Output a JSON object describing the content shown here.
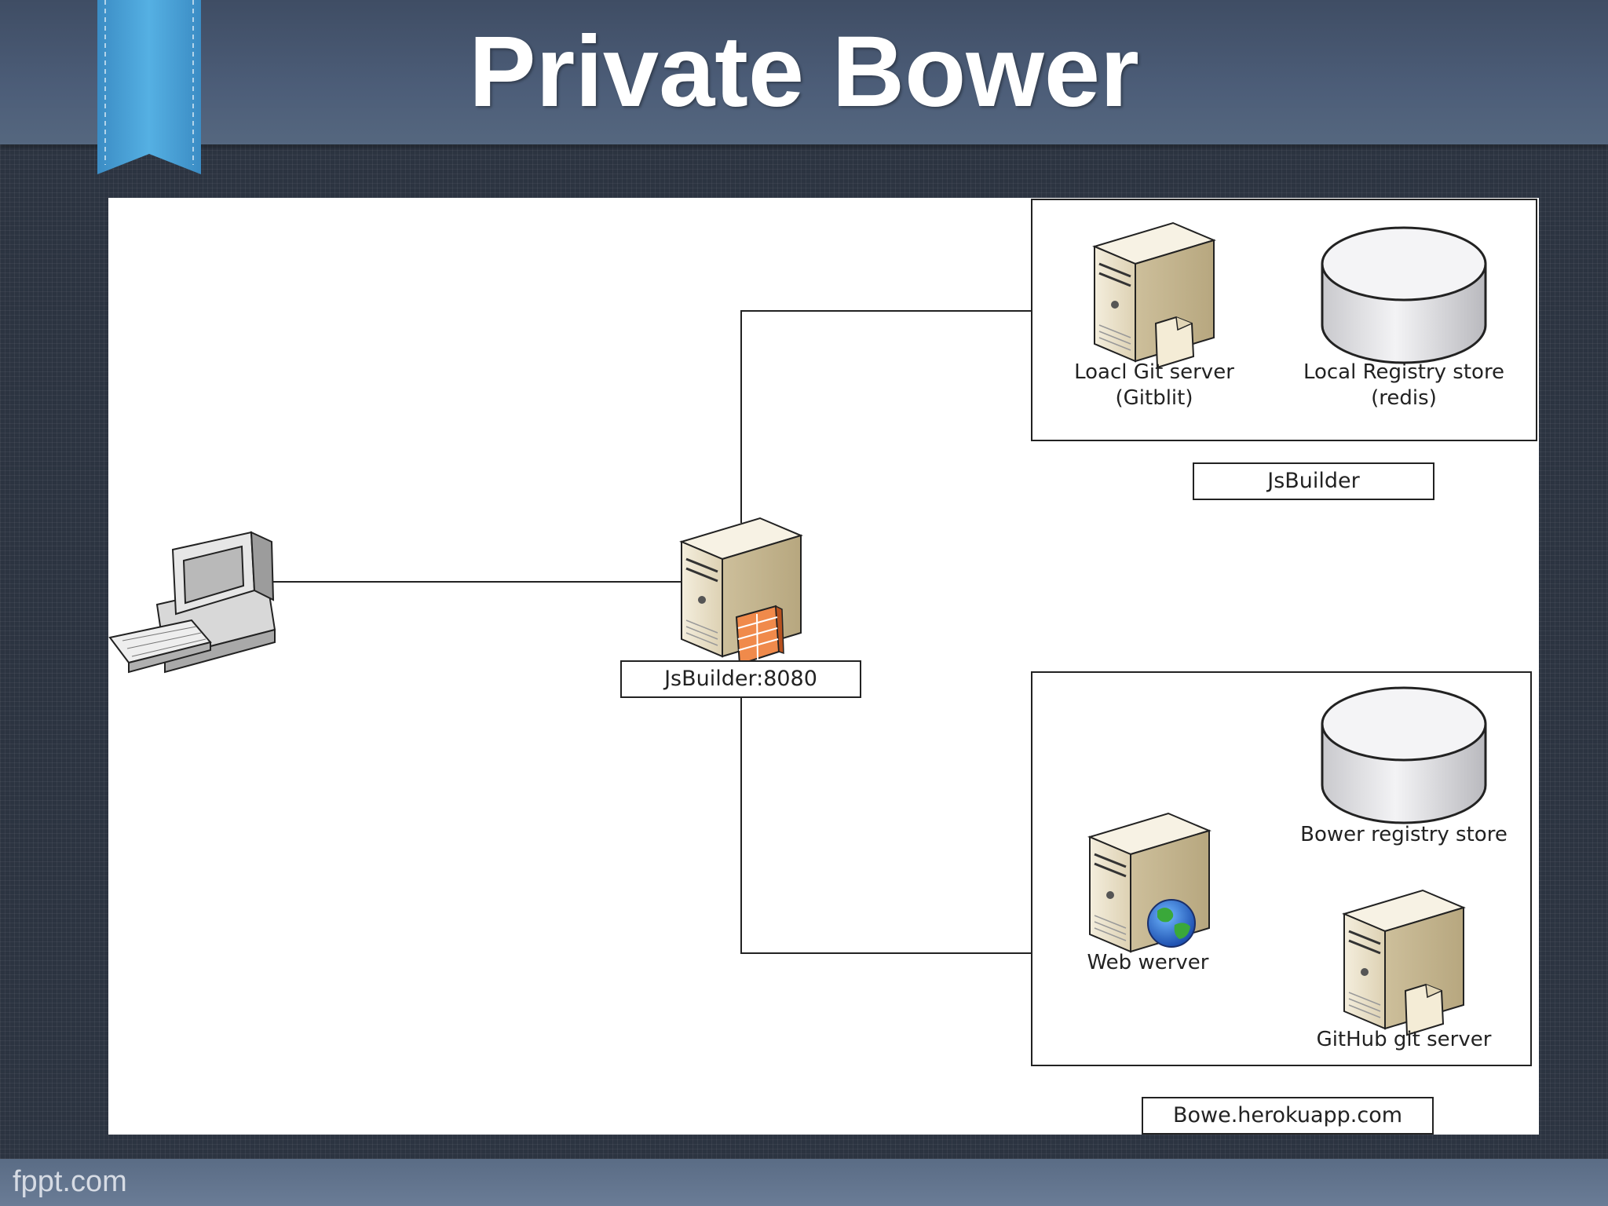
{
  "slide": {
    "title": "Private Bower",
    "footer": "fppt.com"
  },
  "diagram": {
    "client": {
      "icon": "desktop-computer-icon"
    },
    "builder": {
      "icon": "firewall-server-icon",
      "label": "JsBuilder:8080"
    },
    "jsbuilder_group": {
      "label": "JsBuilder",
      "git_server": {
        "icon": "file-server-icon",
        "line1": "Loacl Git server",
        "line2": "(Gitblit)"
      },
      "registry": {
        "icon": "database-icon",
        "line1": "Local Registry store",
        "line2": "(redis)"
      }
    },
    "heroku_group": {
      "label": "Bowe.herokuapp.com",
      "registry": {
        "icon": "database-icon",
        "label": "Bower registry store"
      },
      "web_server": {
        "icon": "web-server-icon",
        "label": "Web werver"
      },
      "github": {
        "icon": "file-server-icon",
        "label": "GitHub git server"
      }
    }
  },
  "colors": {
    "background": "#2c3441",
    "header": "#4c5d78",
    "ribbon": "#4aa3d8",
    "server_body": "#e6dcc4",
    "database": "#d9d9dc"
  }
}
